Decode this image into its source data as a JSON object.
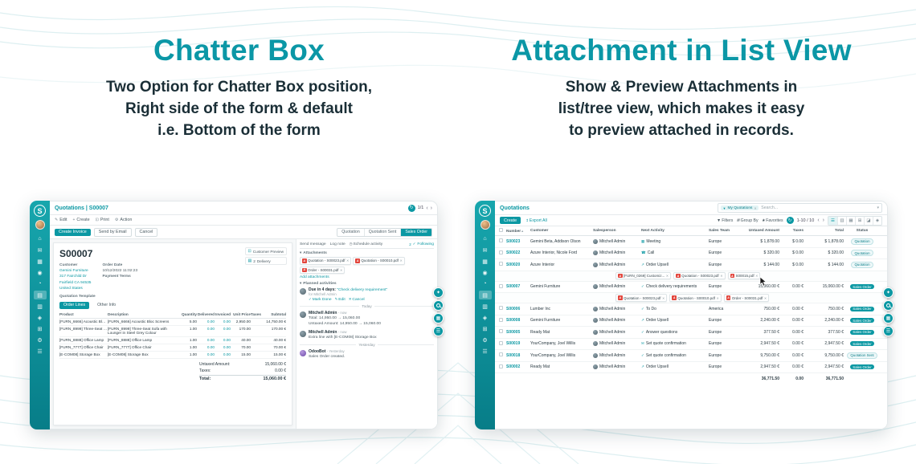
{
  "features": {
    "chatter": {
      "title": "Chatter Box",
      "line1": "Two Option for Chatter Box position,",
      "line2": "Right side of the form & default",
      "line3": "i.e. Bottom of the form"
    },
    "attachment": {
      "title": "Attachment in List View",
      "line1": "Show & Preview Attachments in",
      "line2": "list/tree view, which makes it easy",
      "line3": "to preview attached in records."
    }
  },
  "colors": {
    "accent": "#0b98a3",
    "heading": "#0b97a6",
    "pdf_red": "#e2453c",
    "badge_filled": "#0b98a3"
  },
  "icons": {
    "pdf": "A",
    "close": "✕",
    "check": "✓",
    "phone": "☎",
    "calendar": "▦",
    "upsell": "↗",
    "mail": "✉",
    "refresh": "↻",
    "star": "✦",
    "list": "☰",
    "kanban": "▥",
    "pivot": "⊞",
    "graph": "◪",
    "map": "◈",
    "filter": "▼",
    "group": "≣",
    "favorite": "★",
    "prev": "‹",
    "next": "›",
    "caret": "▾",
    "sort": "▴",
    "edit": "✎",
    "print": "⊡",
    "gear": "⚙",
    "plus": "+",
    "clock": "◷",
    "grid": "▦",
    "export": "↥",
    "monitor": "⊡",
    "truck": "▤"
  },
  "sidebar": {
    "logo": "S",
    "icons": [
      {
        "name": "home",
        "glyph": "⌂"
      },
      {
        "name": "discuss",
        "glyph": "✉"
      },
      {
        "name": "calendar",
        "glyph": "▦"
      },
      {
        "name": "contacts",
        "glyph": "◉"
      },
      {
        "name": "crm",
        "glyph": "◔"
      },
      {
        "name": "sales",
        "glyph": "▤"
      },
      {
        "name": "dashboard",
        "glyph": "▥"
      },
      {
        "name": "inventory",
        "glyph": "◈"
      },
      {
        "name": "purchase",
        "glyph": "⊞"
      },
      {
        "name": "settings",
        "glyph": "⚙"
      },
      {
        "name": "apps",
        "glyph": "☰"
      }
    ]
  },
  "form": {
    "breadcrumb": "Quotations | S00007",
    "pager": "1/1",
    "toolbar": {
      "edit": "Edit",
      "create": "Create",
      "print": "Print",
      "action": "Action"
    },
    "actions": {
      "create_invoice": "Create Invoice",
      "send_by_email": "Send by Email",
      "cancel": "Cancel"
    },
    "statusbar": [
      "Quotation",
      "Quotation Sent",
      "Sales Order"
    ],
    "smart": {
      "preview": "Customer Preview",
      "delivery_count": "2",
      "delivery": "Delivery"
    },
    "record": {
      "name": "S00007",
      "customer_label": "Customer",
      "customer_name": "Gemini Furniture",
      "customer_street": "317 Fairchild Dr",
      "customer_city": "Fairfield CA 94535",
      "customer_country": "United States",
      "order_date_label": "Order Date",
      "order_date": "10/12/2022 11:02:23",
      "payment_terms_label": "Payment Terms",
      "template_label": "Quotation Template"
    },
    "tabs": {
      "order_lines": "Order Lines",
      "other_info": "Other Info"
    },
    "table": {
      "headers": [
        "Product",
        "Description",
        "Quantity",
        "Delivered",
        "Invoiced",
        "Unit Price",
        "Taxes",
        "Subtotal"
      ],
      "rows": [
        {
          "product": "[FURN_6666] Acoustic Bloc Screens",
          "description": "[FURN_6666] Acoustic Bloc Screens",
          "qty": "5.00",
          "delivered": "0.00",
          "invoiced": "0.00",
          "price": "2,950.00",
          "taxes": "",
          "subtotal": "14,750.00 €"
        },
        {
          "product": "[FURN_8999] Three-Seat Sofa",
          "description": "[FURN_8999] Three-Seat Sofa with Lounger in Steel Grey Colour",
          "qty": "1.00",
          "delivered": "0.00",
          "invoiced": "0.00",
          "price": "170.00",
          "taxes": "",
          "subtotal": "170.00 €"
        },
        {
          "product": "[FURN_8888] Office Lamp",
          "description": "[FURN_8888] Office Lamp",
          "qty": "1.00",
          "delivered": "0.00",
          "invoiced": "0.00",
          "price": "40.00",
          "taxes": "",
          "subtotal": "40.00 €"
        },
        {
          "product": "[FURN_7777] Office Chair",
          "description": "[FURN_7777] Office Chair",
          "qty": "1.00",
          "delivered": "0.00",
          "invoiced": "0.00",
          "price": "70.00",
          "taxes": "",
          "subtotal": "70.00 €"
        },
        {
          "product": "[E-COM08] Storage Box",
          "description": "[E-COM08] Storage Box",
          "qty": "1.00",
          "delivered": "0.00",
          "invoiced": "0.00",
          "price": "15.00",
          "taxes": "",
          "subtotal": "15.00 €"
        }
      ],
      "totals": {
        "untaxed_label": "Untaxed Amount:",
        "untaxed": "15,060.00 €",
        "taxes_label": "Taxes:",
        "taxes": "0.00 €",
        "total_label": "Total:",
        "total": "15,060.00 €"
      }
    },
    "chatter": {
      "send_message": "Send message",
      "log_note": "Log note",
      "schedule_activity": "Schedule activity",
      "followers": "2",
      "following": "Following",
      "attachments_label": "Attachments",
      "attachments": [
        "Quotation - S00023.pdf",
        "Quotation - S00010.pdf",
        "Order - S00031.pdf"
      ],
      "add_attachments": "Add attachments",
      "planned_label": "Planned activities",
      "activity": {
        "due": "Due in 4 days:",
        "title": "\"Check delivery requirement\"",
        "assignee": "for Mitchell Admin",
        "mark_done": "Mark Done",
        "edit": "Edit",
        "cancel": "Cancel"
      },
      "today": "Today",
      "yesterday": "Yesterday",
      "messages": [
        {
          "author": "Mitchell Admin",
          "time": "- now",
          "line1": "Total: 14,950.00 → 15,060.00",
          "line2": "Untaxed Amount: 14,950.00 → 15,060.00"
        },
        {
          "author": "Mitchell Admin",
          "time": "- now",
          "line1": "Extra line with [E-COM08] Storage Box",
          "line2": ""
        },
        {
          "author": "OdooBot",
          "time": "- Yesterday",
          "line1": "Sales Order created.",
          "line2": ""
        }
      ]
    }
  },
  "list": {
    "breadcrumb": "Quotations",
    "search": {
      "chip": "My Quotations",
      "placeholder": "Search..."
    },
    "toolbar": {
      "create": "Create",
      "export": "Export All",
      "filters": "Filters",
      "group_by": "Group By",
      "favorites": "Favorites",
      "pager": "1-10 / 10"
    },
    "headers": {
      "number": "Number",
      "customer": "Customer",
      "salesperson": "Salesperson",
      "activity": "Next Activity",
      "team": "Sales Team",
      "untaxed": "Untaxed Amount",
      "taxes": "Taxes",
      "total": "Total",
      "status": "Status"
    },
    "rows": [
      {
        "number": "S00023",
        "customer": "Gemini Beta, Addison Olson",
        "salesperson": "Mitchell Admin",
        "activity_icon": "▦",
        "activity": "Meeting",
        "team": "Europe",
        "untaxed": "$ 1,878.00",
        "taxes": "$ 0.00",
        "total": "$ 1,878.00",
        "status": "Quotation",
        "badge_class": "line2"
      },
      {
        "number": "S00022",
        "customer": "Azure Interior, Nicole Ford",
        "salesperson": "Mitchell Admin",
        "activity_icon": "☎",
        "activity": "Call",
        "team": "Europe",
        "untaxed": "$ 320.00",
        "taxes": "$ 0.00",
        "total": "$ 320.00",
        "status": "Quotation",
        "badge_class": "line2"
      },
      {
        "number": "S00020",
        "customer": "Azure Interior",
        "salesperson": "Mitchell Admin",
        "activity_icon": "↗",
        "activity": "Order Upsell",
        "team": "Europe",
        "untaxed": "$ 144.00",
        "taxes": "$ 0.00",
        "total": "$ 144.00",
        "status": "Quotation",
        "badge_class": "line2"
      },
      {
        "number": "S00007",
        "customer": "Gemini Furniture",
        "salesperson": "Mitchell Admin",
        "activity_icon": "✓",
        "activity": "Check delivery requirements",
        "team": "Europe",
        "untaxed": "15,060.00 €",
        "taxes": "0.00 €",
        "total": "15,060.00 €",
        "status": "Sales Order",
        "badge_class": "fill2"
      },
      {
        "number": "S00006",
        "customer": "Lumber Inc",
        "salesperson": "Mitchell Admin",
        "activity_icon": "✓",
        "activity": "To Do",
        "team": "America",
        "untaxed": "750.00 €",
        "taxes": "0.00 €",
        "total": "750.00 €",
        "status": "Sales Order",
        "badge_class": "fill2"
      },
      {
        "number": "S00008",
        "customer": "Gemini Furniture",
        "salesperson": "Mitchell Admin",
        "activity_icon": "↗",
        "activity": "Order Upsell",
        "team": "Europe",
        "untaxed": "2,240.00 €",
        "taxes": "0.00 €",
        "total": "2,240.00 €",
        "status": "Sales Order",
        "badge_class": "fill2"
      },
      {
        "number": "S00005",
        "customer": "Ready Mat",
        "salesperson": "Mitchell Admin",
        "activity_icon": "✓",
        "activity": "Answer questions",
        "team": "Europe",
        "untaxed": "377.50 €",
        "taxes": "0.00 €",
        "total": "377.50 €",
        "status": "Sales Order",
        "badge_class": "fill2"
      },
      {
        "number": "S00019",
        "customer": "YourCompany, Joel Willis",
        "salesperson": "Mitchell Admin",
        "activity_icon": "✉",
        "activity": "Set quote confirmation",
        "team": "Europe",
        "untaxed": "2,947.50 €",
        "taxes": "0.00 €",
        "total": "2,947.50 €",
        "status": "Sales Order",
        "badge_class": "fill2"
      },
      {
        "number": "S00018",
        "customer": "YourCompany, Joel Willis",
        "salesperson": "Mitchell Admin",
        "activity_icon": "✓",
        "activity": "Set quote confirmation",
        "team": "Europe",
        "untaxed": "9,750.00 €",
        "taxes": "0.00 €",
        "total": "9,750.00 €",
        "status": "Quotation Sent",
        "badge_class": "line2"
      },
      {
        "number": "S00002",
        "customer": "Ready Mat",
        "salesperson": "Mitchell Admin",
        "activity_icon": "↗",
        "activity": "Order Upsell",
        "team": "Europe",
        "untaxed": "2,947.50 €",
        "taxes": "0.00 €",
        "total": "2,947.50 €",
        "status": "Sales Order",
        "badge_class": "fill2"
      }
    ],
    "attachment_rows": [
      {
        "chips": [
          "[FURN_0269] Customiz...",
          "Quotation - S00023.pdf",
          "S00015.pdf"
        ]
      },
      {
        "chips": [
          "Quotation - S00023.pdf",
          "Quotation - S00010.pdf",
          "Order - S00031.pdf"
        ]
      }
    ],
    "footer": {
      "untaxed": "36,771.50",
      "taxes": "0.00",
      "total": "36,771.50"
    }
  }
}
